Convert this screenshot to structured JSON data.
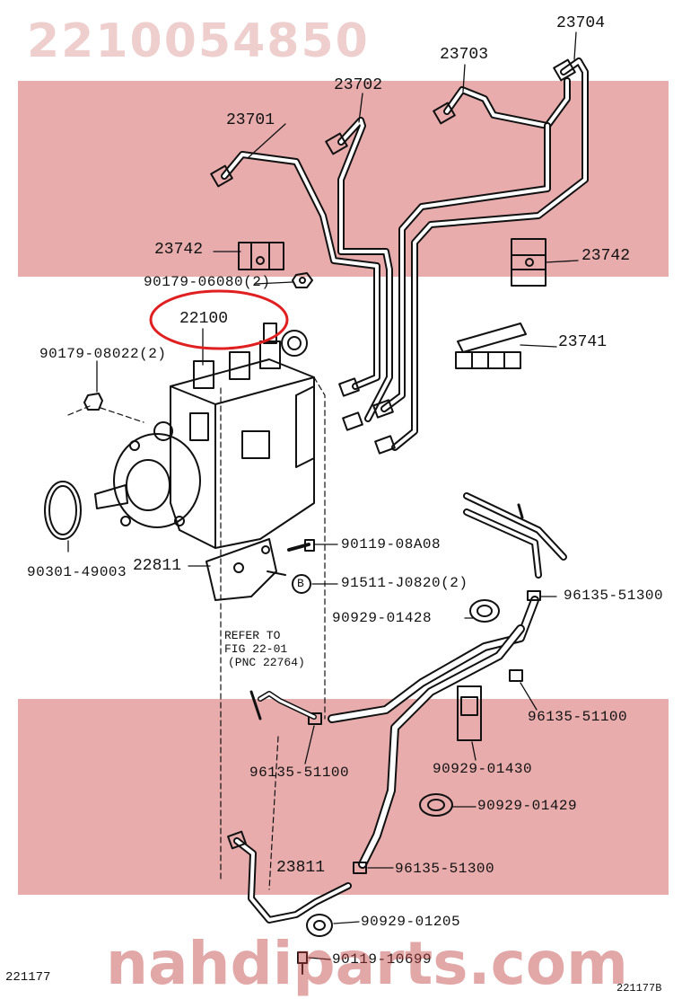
{
  "watermark": {
    "top_code": "2210054850",
    "site": "nahdiparts.com"
  },
  "labels": {
    "p23704": "23704",
    "p23703": "23703",
    "p23702": "23702",
    "p23701": "23701",
    "p23742_left": "23742",
    "p23742_right": "23742",
    "p90179_06080": "90179-06080(2)",
    "p22100": "22100",
    "p90179_08022": "90179-08022(2)",
    "p23741": "23741",
    "p90119_08a08": "90119-08A08",
    "p22811": "22811",
    "p90301_49003": "90301-49003",
    "p91511_j0820": "91511-J0820(2)",
    "circle_b": "B",
    "p96135_51300_a": "96135-51300",
    "p90929_01428": "90929-01428",
    "refer_line1": "REFER TO",
    "refer_line2": "FIG 22-01",
    "refer_line3": "(PNC 22764)",
    "p96135_51100_a": "96135-51100",
    "p90929_01430": "90929-01430",
    "p96135_51100_b": "96135-51100",
    "p90929_01429": "90929-01429",
    "p23811": "23811",
    "p96135_51300_b": "96135-51300",
    "p90929_01205": "90929-01205",
    "p90119_10699": "90119-10699"
  },
  "footer": {
    "left_code": "221177",
    "right_code": "221177B"
  },
  "colors": {
    "highlight": "#e02020",
    "line": "#111111",
    "watermark": "#c84646"
  }
}
